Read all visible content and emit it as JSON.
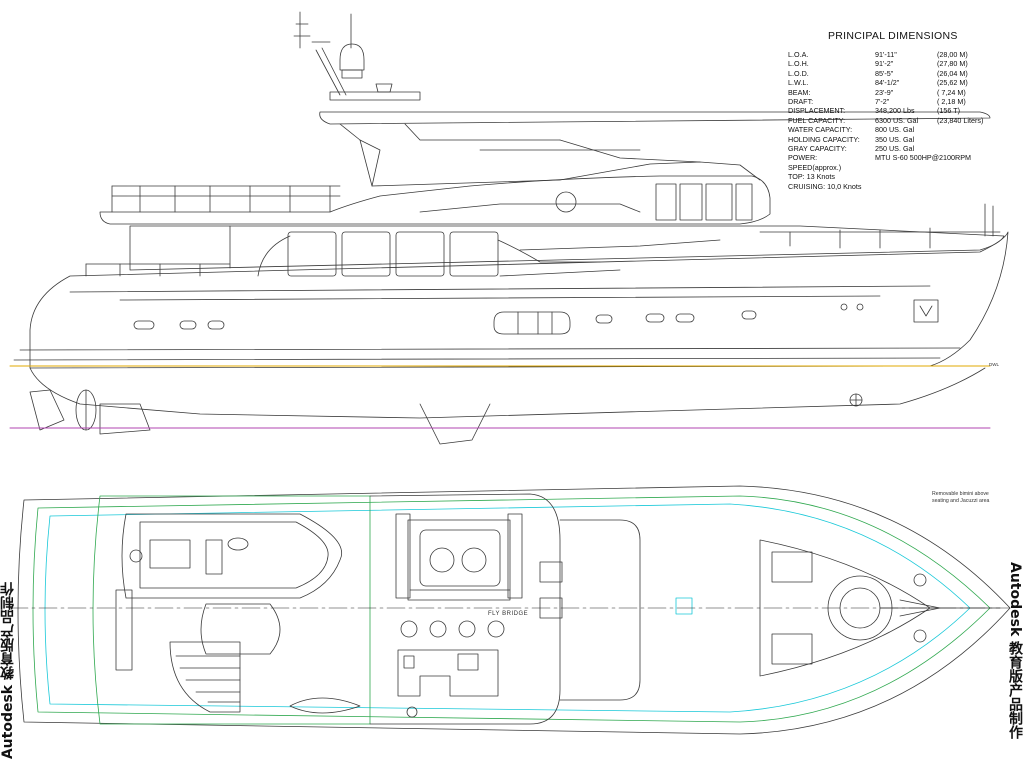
{
  "dimensions": {
    "title": "PRINCIPAL DIMENSIONS",
    "rows": [
      {
        "label": "L.O.A.",
        "imperial": "91'-11\"",
        "metric": "(28,00 M)"
      },
      {
        "label": "L.O.H.",
        "imperial": "91'-2\"",
        "metric": "(27,80 M)"
      },
      {
        "label": "L.O.D.",
        "imperial": "85'-5\"",
        "metric": "(26,04 M)"
      },
      {
        "label": "L.W.L.",
        "imperial": "84'-1/2\"",
        "metric": "(25,62 M)"
      },
      {
        "label": "BEAM:",
        "imperial": "23'-9\"",
        "metric": "( 7,24 M)"
      },
      {
        "label": "DRAFT:",
        "imperial": "7'-2\"",
        "metric": "( 2,18 M)"
      },
      {
        "label": "DISPLACEMENT:",
        "imperial": "348,200 Lbs",
        "metric": "(156 T)"
      },
      {
        "label": "FUEL CAPACITY:",
        "imperial": "6300 US. Gal",
        "metric": "(23,840 Liters)"
      },
      {
        "label": "WATER CAPACITY:",
        "imperial": "800 US. Gal",
        "metric": ""
      },
      {
        "label": "HOLDING CAPACITY:",
        "imperial": "350 US. Gal",
        "metric": ""
      },
      {
        "label": "GRAY CAPACITY:",
        "imperial": "250 US. Gal",
        "metric": ""
      },
      {
        "label": "POWER:",
        "imperial": "MTU S-60 500HP@2100RPM",
        "metric": ""
      }
    ],
    "speed_label": "SPEED(approx.)",
    "top": "TOP:  13 Knots",
    "cruising": "CRUISING:  10,0 Knots"
  },
  "labels": {
    "fly_bridge": "FLY BRIDGE",
    "dwl": "DWL",
    "removable_note": "Removable bimini above seating and Jacuzzi area"
  },
  "watermark": "Autodesk 教育版产品制作",
  "colors": {
    "line": "#3a3a3a",
    "waterline": "#e0a800",
    "baseline": "#b044b0",
    "plan_green": "#2fa84f",
    "plan_cyan": "#18c8d8"
  }
}
